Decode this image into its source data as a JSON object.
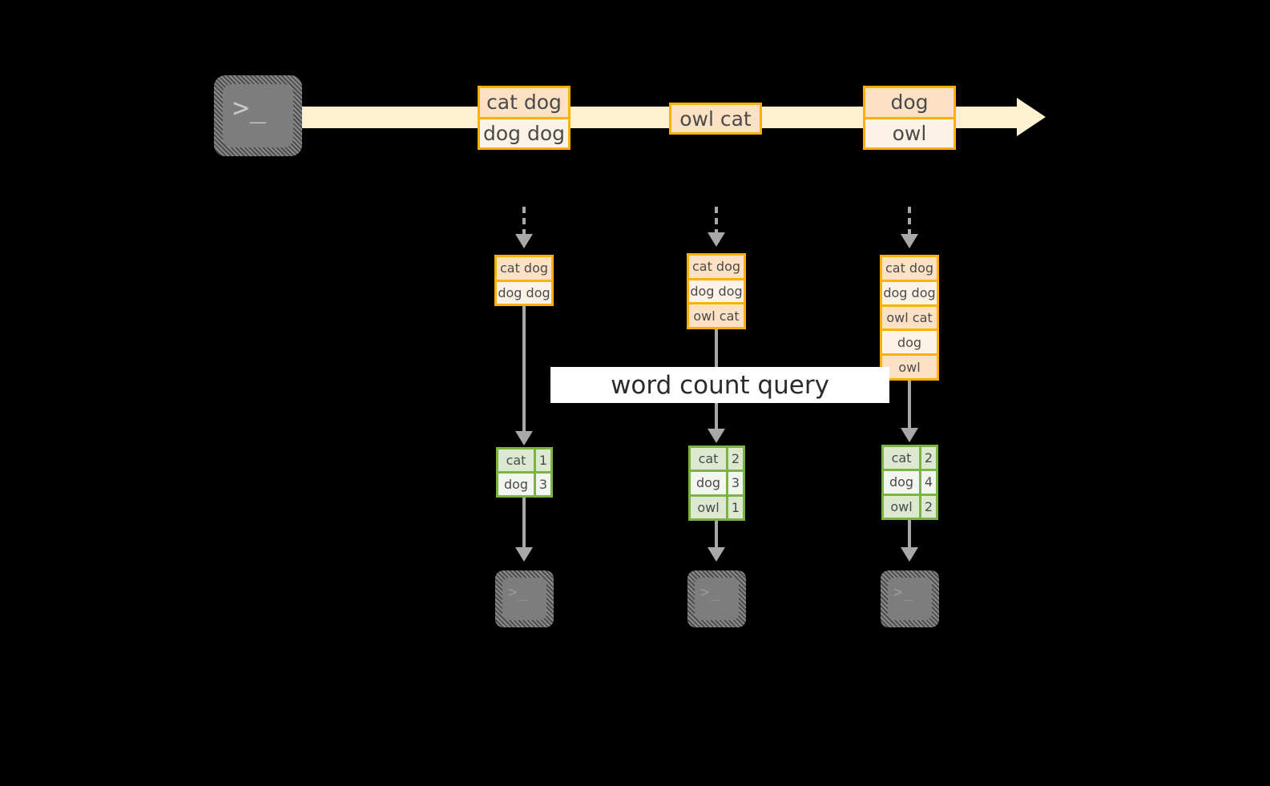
{
  "diagram": {
    "title_label": "word count query",
    "colors": {
      "background": "#000000",
      "stream_border": "#ffb100",
      "stream_fill_dark": "#fce1c4",
      "stream_fill_light": "#fdf2e6",
      "timeline": "#fdf1cf",
      "result_border": "#7cb342",
      "result_fill_dark": "#dde8d1",
      "result_fill_light": "#f2f6ee",
      "connector": "#a8a8a8",
      "terminal_body": "#7d7d7d",
      "label_band": "#ffffff"
    },
    "producer": {
      "icon_name": "terminal-icon",
      "prompt_glyph": ">_"
    },
    "stream": {
      "arrow_name": "time-axis-arrow",
      "events": [
        {
          "id": "event-group-1",
          "lines": [
            "cat dog",
            "dog dog"
          ]
        },
        {
          "id": "event-group-2",
          "lines": [
            "owl cat"
          ]
        },
        {
          "id": "event-group-3",
          "lines": [
            "dog",
            "owl"
          ]
        }
      ]
    },
    "columns": [
      {
        "id": "snapshot-1",
        "input_rows": [
          "cat dog",
          "dog dog"
        ],
        "result_rows": [
          {
            "word": "cat",
            "count": "1"
          },
          {
            "word": "dog",
            "count": "3"
          }
        ],
        "consumer_prompt": ">_"
      },
      {
        "id": "snapshot-2",
        "input_rows": [
          "cat dog",
          "dog dog",
          "owl cat"
        ],
        "result_rows": [
          {
            "word": "cat",
            "count": "2"
          },
          {
            "word": "dog",
            "count": "3"
          },
          {
            "word": "owl",
            "count": "1"
          }
        ],
        "consumer_prompt": ">_"
      },
      {
        "id": "snapshot-3",
        "input_rows": [
          "cat dog",
          "dog dog",
          "owl cat",
          "dog",
          "owl"
        ],
        "result_rows": [
          {
            "word": "cat",
            "count": "2"
          },
          {
            "word": "dog",
            "count": "4"
          },
          {
            "word": "owl",
            "count": "2"
          }
        ],
        "consumer_prompt": ">_"
      }
    ]
  }
}
